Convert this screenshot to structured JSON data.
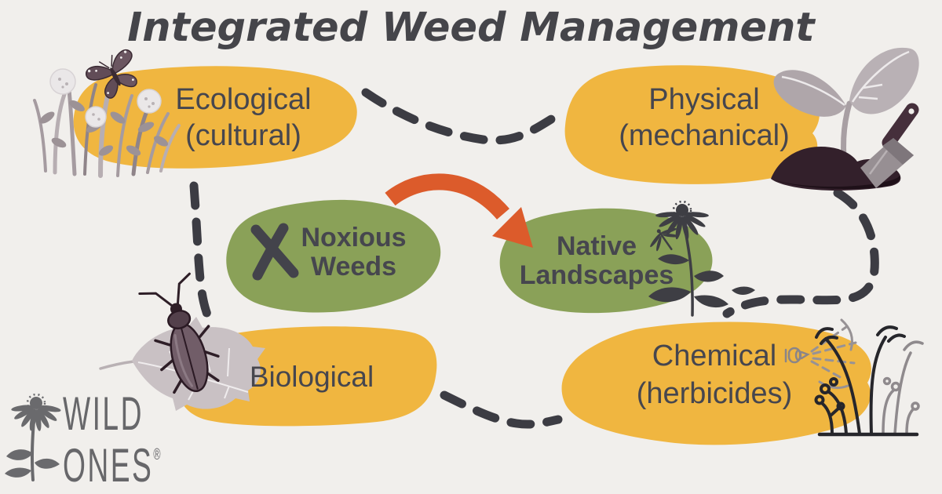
{
  "title": "Integrated Weed Management",
  "methods": {
    "ecological": {
      "label": "Ecological",
      "sublabel": "(cultural)"
    },
    "physical": {
      "label": "Physical",
      "sublabel": "(mechanical)"
    },
    "biological": {
      "label": "Biological"
    },
    "chemical": {
      "label": "Chemical",
      "sublabel": "(herbicides)"
    }
  },
  "flow": {
    "source": {
      "line1": "Noxious",
      "line2": "Weeds"
    },
    "target": {
      "line1": "Native",
      "line2": "Landscapes"
    }
  },
  "logo": {
    "word1": "WILD",
    "word2": "ONES",
    "registered": "®"
  },
  "icons": {
    "center_left": "x-mark-icon",
    "center": "curved-arrow-icon",
    "top_left": "wildflowers-butterfly-illustration",
    "top_right": "seedling-trowel-illustration",
    "bottom_left": "beetle-leaf-illustration",
    "bottom_right": "sprayer-weeds-illustration",
    "center_right": "coneflower-dragonfly-illustration",
    "logo_mark": "coneflower-logo-icon"
  },
  "colors": {
    "background": "#F1EFEC",
    "blob_yellow": "#F0B640",
    "blob_green": "#8AA158",
    "arrow_orange": "#DC5B2B",
    "connector_dash": "#3C3C43",
    "label_ink": "#46464E",
    "title_ink": "#45454A",
    "logo_gray": "#67676A"
  }
}
